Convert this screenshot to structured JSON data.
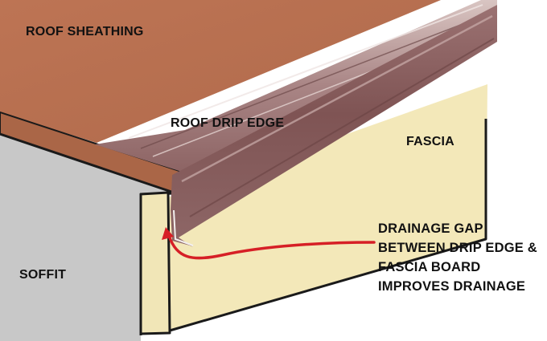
{
  "labels": {
    "roof_sheathing": "ROOF SHEATHING",
    "roof_drip_edge": "ROOF DRIP EDGE",
    "fascia": "FASCIA",
    "soffit": "SOFFIT",
    "note_lines": [
      "DRAINAGE GAP",
      "BETWEEN DRIP EDGE &",
      "FASCIA BOARD",
      "IMPROVES DRAINAGE"
    ]
  },
  "colors": {
    "sheathing": "#b86f4f",
    "soffit": "#c8c8c8",
    "fascia": "#f3e8b9",
    "drip_edge": "#8a5c5c",
    "arrow": "#d61f26",
    "outline": "#111111",
    "background": "#ffffff"
  }
}
